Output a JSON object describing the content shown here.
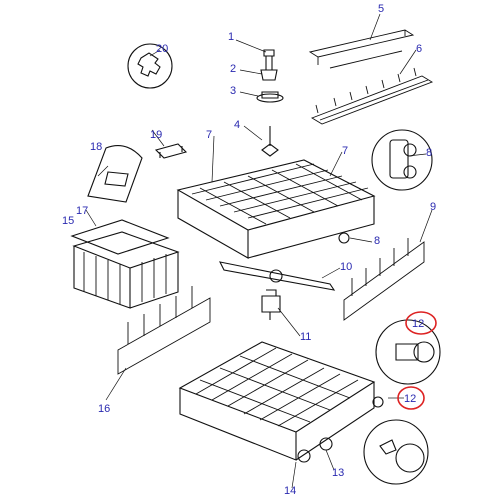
{
  "callouts": {
    "c1": "1",
    "c2": "2",
    "c3": "3",
    "c4": "4",
    "c5": "5",
    "c6": "6",
    "c7a": "7",
    "c7b": "7",
    "c8a": "8",
    "c8b": "8",
    "c9": "9",
    "c10": "10",
    "c11": "11",
    "c12a": "12",
    "c12b": "12",
    "c13": "13",
    "c14": "14",
    "c15": "15",
    "c16": "16",
    "c17": "17",
    "c18": "18",
    "c19": "19",
    "c20": "20"
  },
  "colors": {
    "callout_text": "#2a2ab0",
    "line_art": "#111111",
    "highlight": "#dd2222"
  }
}
